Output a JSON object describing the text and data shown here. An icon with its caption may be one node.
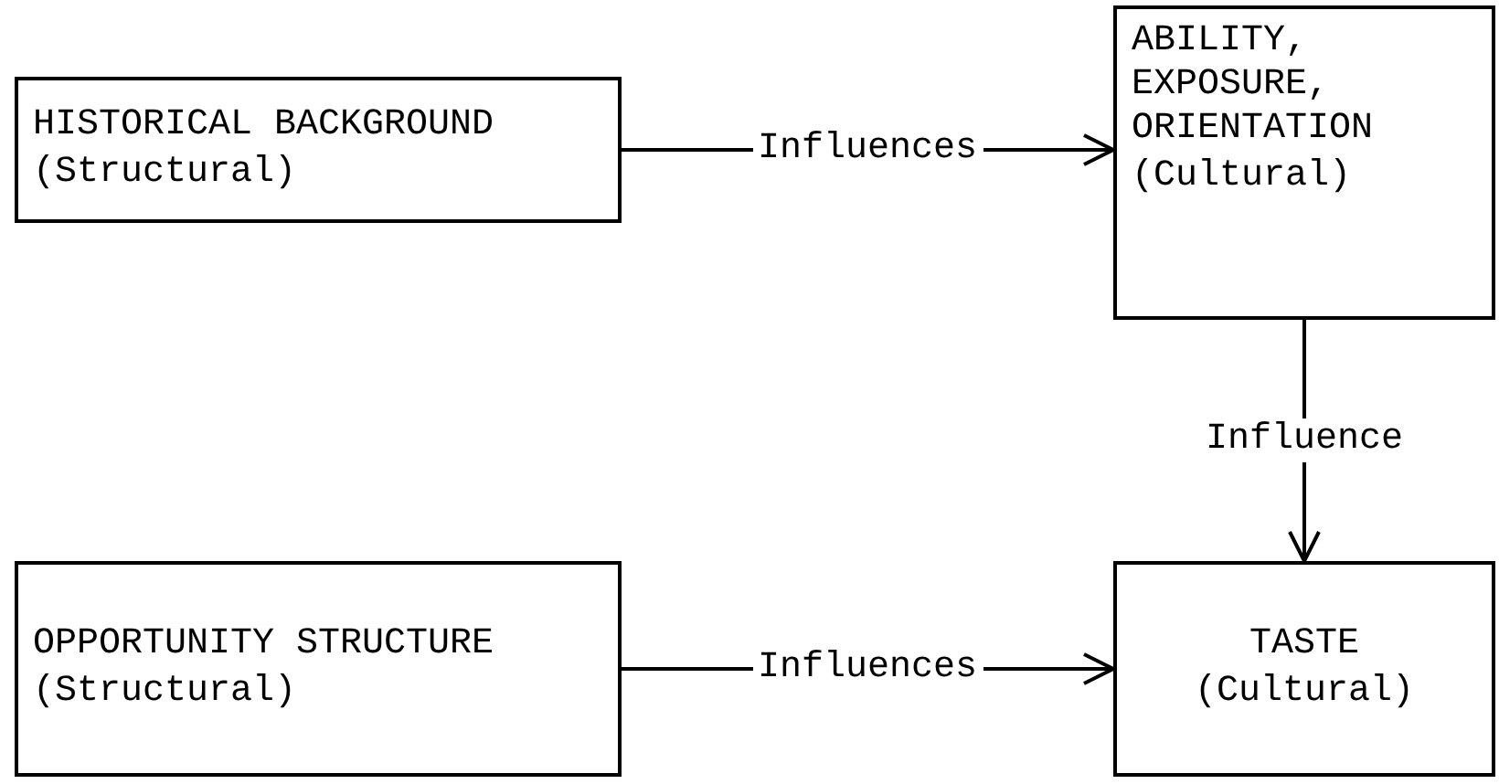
{
  "diagram": {
    "nodes": [
      {
        "text": [
          "HISTORICAL BACKGROUND",
          "(Structural)"
        ]
      },
      {
        "text": [
          "ABILITY, EXPOSURE, ORIENTATION",
          "(Cultural)"
        ]
      },
      {
        "text": [
          "OPPORTUNITY STRUCTURE",
          "(Structural)"
        ]
      },
      {
        "text": [
          "TASTE",
          "(Cultural)"
        ]
      }
    ],
    "edges": [
      {
        "from": 0,
        "to": 1,
        "arrow": "to",
        "label": "Influences"
      },
      {
        "from": 1,
        "to": 3,
        "arrow": "to",
        "label": "Influence"
      },
      {
        "from": 2,
        "to": 3,
        "arrow": "to",
        "label": "Influences"
      }
    ]
  }
}
